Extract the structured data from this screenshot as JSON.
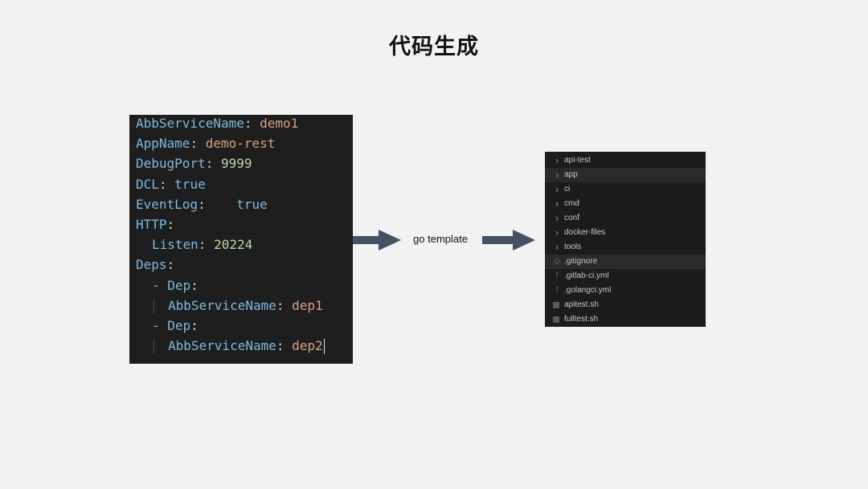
{
  "title": "代码生成",
  "code_lines": [
    {
      "indent": 0,
      "key": "AbbServiceName",
      "value": "demo1",
      "vtype": "str"
    },
    {
      "indent": 0,
      "key": "AppName",
      "value": "demo-rest",
      "vtype": "str"
    },
    {
      "indent": 0,
      "key": "DebugPort",
      "value": "9999",
      "vtype": "num"
    },
    {
      "indent": 0,
      "key": "DCL",
      "value": "true",
      "vtype": "bool"
    },
    {
      "indent": 0,
      "key": "EventLog",
      "value": "   true",
      "vtype": "bool"
    },
    {
      "indent": 0,
      "key": "HTTP",
      "value": "",
      "vtype": ""
    },
    {
      "indent": 1,
      "key": "Listen",
      "value": "20224",
      "vtype": "num"
    },
    {
      "indent": 0,
      "key": "Deps",
      "value": "",
      "vtype": ""
    },
    {
      "indent": 1,
      "key": "- Dep",
      "value": "",
      "vtype": ""
    },
    {
      "indent": 2,
      "key": "AbbServiceName",
      "value": "dep1",
      "vtype": "str"
    },
    {
      "indent": 1,
      "key": "- Dep",
      "value": "",
      "vtype": ""
    },
    {
      "indent": 2,
      "key": "AbbServiceName",
      "value": "dep2",
      "vtype": "str"
    }
  ],
  "arrow_label": "go template",
  "tree_items": [
    {
      "label": "api-test",
      "icon": "chevron-right-icon",
      "selected": false
    },
    {
      "label": "app",
      "icon": "chevron-right-icon",
      "selected": true
    },
    {
      "label": "ci",
      "icon": "chevron-right-icon",
      "selected": false
    },
    {
      "label": "cmd",
      "icon": "chevron-right-icon",
      "selected": false
    },
    {
      "label": "conf",
      "icon": "chevron-right-icon",
      "selected": false
    },
    {
      "label": "docker-files",
      "icon": "chevron-right-icon",
      "selected": false
    },
    {
      "label": "tools",
      "icon": "chevron-right-icon",
      "selected": false
    },
    {
      "label": ".gitignore",
      "icon": "gitignore-icon",
      "selected": true
    },
    {
      "label": ".gitlab-ci.yml",
      "icon": "yaml-icon",
      "selected": false
    },
    {
      "label": ".golangci.yml",
      "icon": "yaml-icon",
      "selected": false
    },
    {
      "label": "apitest.sh",
      "icon": "shell-file-icon",
      "selected": false
    },
    {
      "label": "fulltest.sh",
      "icon": "shell-file-icon",
      "selected": false
    }
  ],
  "colors": {
    "background": "#f2f2f2",
    "editor_bg": "#1e1e1e",
    "key": "#7fb8df",
    "string": "#d7a082",
    "number": "#bcd6a8",
    "arrow": "#465163"
  }
}
